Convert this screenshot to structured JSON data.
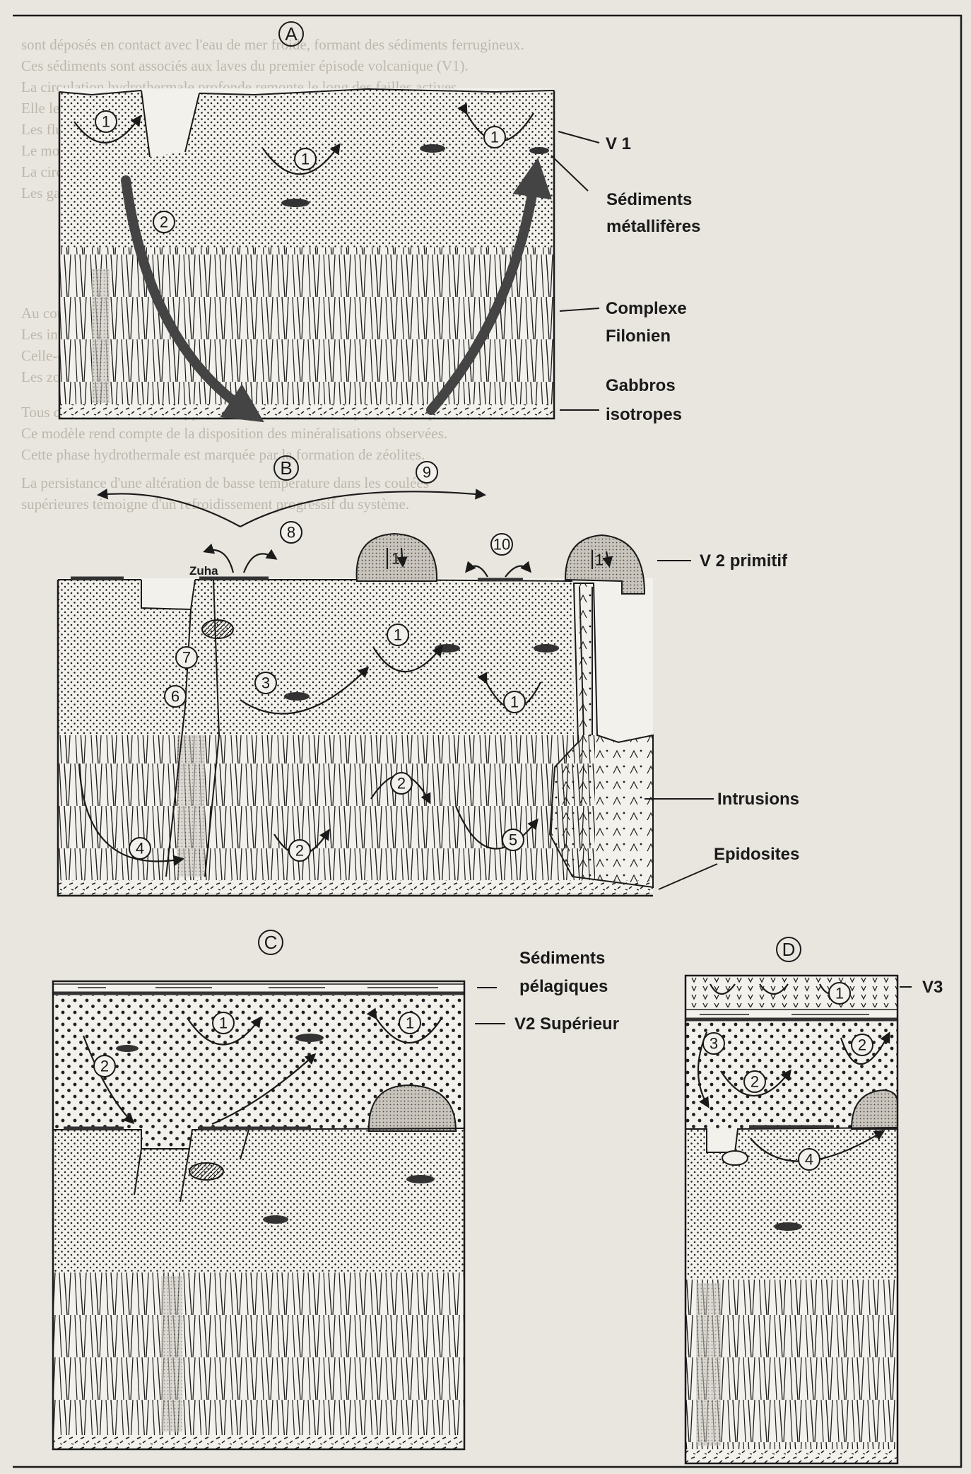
{
  "panels": {
    "a": {
      "letter": "A",
      "markers": [
        "1",
        "1",
        "1",
        "2"
      ]
    },
    "b": {
      "letter": "B",
      "markers": [
        "1",
        "1",
        "1",
        "1",
        "2",
        "2",
        "3",
        "4",
        "5",
        "6",
        "7",
        "8",
        "9",
        "10"
      ],
      "zuha": "Zuha"
    },
    "c": {
      "letter": "C",
      "markers": [
        "1",
        "1",
        "2"
      ]
    },
    "d": {
      "letter": "D",
      "markers": [
        "1",
        "2",
        "2",
        "3",
        "4"
      ]
    }
  },
  "labels": {
    "v1": "V 1",
    "sediments_metalliferes_1": "Sédiments",
    "sediments_metalliferes_2": "métallifères",
    "complexe_1": "Complexe",
    "complexe_2": "Filonien",
    "gabbros_1": "Gabbros",
    "gabbros_2": "isotropes",
    "v2_primitif": "V 2  primitif",
    "intrusions": "Intrusions",
    "epidosites": "Epidosites",
    "sediments_pelagiques_1": "Sédiments",
    "sediments_pelagiques_2": "pélagiques",
    "v2_superieur": "V2  Supérieur",
    "v3": "V3"
  },
  "background_text": [
    "sont déposés en contact avec l'eau de mer froide, formant des sédiments ferrugineux.",
    "Ces sédiments sont associés aux laves du premier épisode volcanique (V1).",
    "La circulation hydrothermale profonde remonte le long des failles actives.",
    "Elle lessive les laves et concentre les métaux dans les sulfures massifs.",
    "Les fluides chauds atteignent le fond marin et se mélangent à l'eau de mer.",
    "Le modèle proposé distingue plusieurs stades successifs d'altération.",
    "La circulation est contrôlée par la perméabilité du complexe filonien.",
    "Les gabbros isotropes constituent la base du système hydrothermal.",
    "Au cours du second épisode, des dômes de lave viennent recouvrir la série.",
    "Les intrusions tardives réactivent la circulation des fluides profonds.",
    "Celle-ci se traduit par la formation d'épidosites dans les filons.",
    "Les zones de décharge se localisent au voisinage des failles bordières.",
    "Tous ces faits confortent l'hypothèse d'une évolution en plusieurs étapes.",
    "Ce modèle rend compte de la disposition des minéralisations observées.",
    "Cette phase hydrothermale est marquée par la formation de zéolites.",
    "La persistance d'une altération de basse température dans les coulées",
    "supérieures témoigne d'un refroidissement progressif du système."
  ]
}
